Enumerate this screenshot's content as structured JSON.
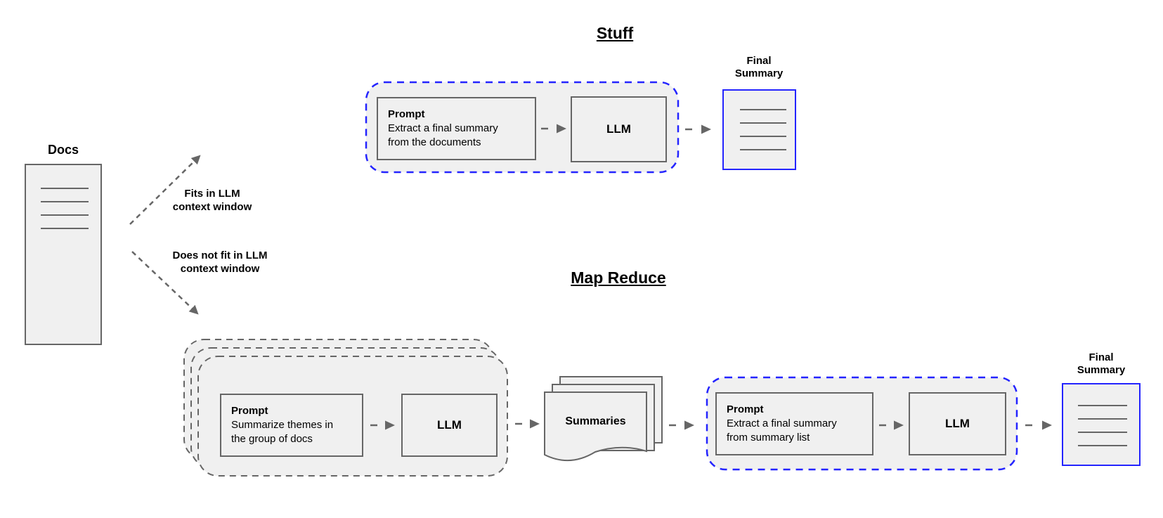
{
  "colors": {
    "accent_blue": "#2424ff",
    "shape_stroke": "#666666",
    "shape_fill": "#f0f0f0"
  },
  "docs": {
    "label": "Docs"
  },
  "branch_labels": {
    "fits": "Fits in LLM\ncontext window",
    "does_not_fit": "Does not fit in LLM\ncontext window"
  },
  "stuff": {
    "title": "Stuff",
    "prompt_heading": "Prompt",
    "prompt_body": "Extract a final summary from the documents",
    "llm_label": "LLM",
    "final_summary_label": "Final\nSummary"
  },
  "map_reduce": {
    "title": "Map Reduce",
    "map_prompt_heading": "Prompt",
    "map_prompt_body": "Summarize themes in the group of docs",
    "map_llm_label": "LLM",
    "summaries_label": "Summaries",
    "reduce_prompt_heading": "Prompt",
    "reduce_prompt_body": "Extract a final summary from summary list",
    "reduce_llm_label": "LLM",
    "final_summary_label": "Final\nSummary"
  }
}
